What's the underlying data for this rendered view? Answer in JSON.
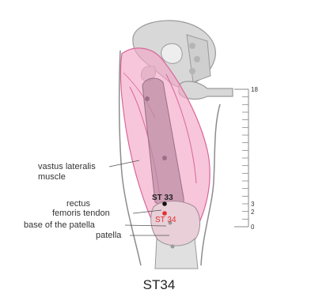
{
  "labels": {
    "vastus_lateralis_line1": "vastus lateralis",
    "vastus_lateralis_line2": "muscle",
    "rectus_line1": "rectus",
    "rectus_line2": "femoris tendon",
    "base_of_patella": "base of the patella",
    "patella": "patella"
  },
  "points": {
    "st33": "ST 33",
    "st34": "ST 34"
  },
  "scale": {
    "top": "18",
    "three": "3",
    "two": "2",
    "zero": "0"
  },
  "caption": "ST34",
  "colors": {
    "muscle": "#f2a7c6",
    "muscle_line": "#d9669a",
    "bone": "#d8d8d8",
    "bone_line": "#9a9a9a",
    "outline": "#8c8c8c",
    "point_red": "#e03030"
  }
}
